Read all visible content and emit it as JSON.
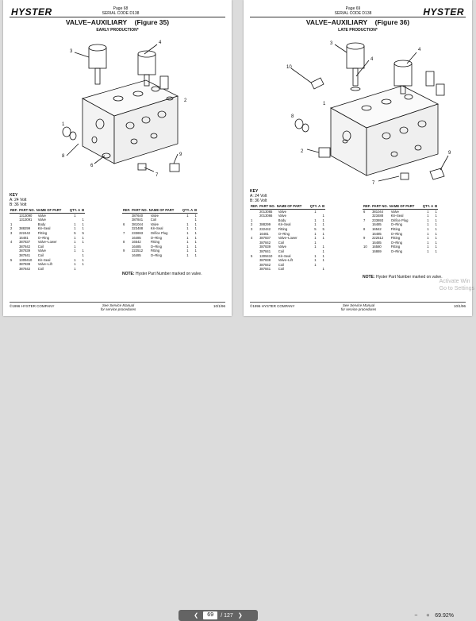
{
  "left_page": {
    "logo": "HYSTER",
    "page_no": "Page 68",
    "serial": "SERIAL CODE D138",
    "title": "VALVE–AUXILIARY",
    "figure": "(Figure 35)",
    "subtitle": "EARLY PRODUCTION*",
    "key_title": "KEY",
    "key_a": "A: 24 Volt",
    "key_b": "B: 36 Volt",
    "table_headers": [
      "REF.",
      "PART NO.",
      "NAME OF PART",
      "QTY. A",
      "B"
    ],
    "rows_left": [
      [
        "",
        "1313090",
        "Valve",
        "1",
        ""
      ],
      [
        "",
        "1313091",
        "Valve",
        "",
        "1"
      ],
      [
        "1",
        "",
        "Body",
        "1",
        "1"
      ],
      [
        "2",
        "388299",
        "Kit–Seal",
        "1",
        "1"
      ],
      [
        "3",
        "222442",
        "Fitting",
        "5",
        "5"
      ],
      [
        "",
        "16481",
        "O–Ring",
        "1",
        "1"
      ],
      [
        "4",
        "387837",
        "Valve–Lower",
        "1",
        "1"
      ],
      [
        "",
        "387842",
        "Coil",
        "1",
        ""
      ],
      [
        "",
        "387839",
        "Valve",
        "1",
        "1"
      ],
      [
        "",
        "387841",
        "Coil",
        "",
        "1"
      ],
      [
        "5",
        "1309410",
        "Kit–Seal",
        "1",
        "1"
      ],
      [
        "",
        "387838",
        "Valve–Lift",
        "1",
        "1"
      ],
      [
        "",
        "387842",
        "Coil",
        "1",
        ""
      ]
    ],
    "rows_right": [
      [
        "",
        "387640",
        "Valve",
        "1",
        "1"
      ],
      [
        "",
        "387841",
        "Coil",
        "",
        "1"
      ],
      [
        "6",
        "381044",
        "Valve",
        "1",
        "1"
      ],
      [
        "",
        "323488",
        "Kit–Seal",
        "1",
        "1"
      ],
      [
        "7",
        "233693",
        "Orifice Plug",
        "1",
        "1"
      ],
      [
        "",
        "16485",
        "O–Ring",
        "1",
        "1"
      ],
      [
        "8",
        "16542",
        "Fitting",
        "1",
        "1"
      ],
      [
        "",
        "16485",
        "O–Ring",
        "1",
        "1"
      ],
      [
        "9",
        "222512",
        "Fitting",
        "1",
        "1"
      ],
      [
        "",
        "16485",
        "O–Ring",
        "1",
        "1"
      ]
    ],
    "note_label": "NOTE:",
    "note_text": "Hyster Part Number marked on valve.",
    "footer_left": "©1996 HYSTER COMPANY",
    "footer_center_1": "See Service Manual",
    "footer_center_2": "for service procedures",
    "footer_right": "10/1/96"
  },
  "right_page": {
    "logo": "HYSTER",
    "page_no": "Page 69",
    "serial": "SERIAL CODE D138",
    "title": "VALVE–AUXILIARY",
    "figure": "(Figure 36)",
    "subtitle": "LATE PRODUCTION*",
    "key_title": "KEY",
    "key_a": "A: 24 Volt",
    "key_b": "B: 36 Volt",
    "table_headers": [
      "REF.",
      "PART NO.",
      "NAME OF PART",
      "QTY. A",
      "B"
    ],
    "rows_left": [
      [
        "",
        "2013065",
        "Valve",
        "1",
        ""
      ],
      [
        "",
        "2013066",
        "Valve",
        "",
        "1"
      ],
      [
        "1",
        "",
        "Body",
        "1",
        "1"
      ],
      [
        "2",
        "388299",
        "Kit–Seal",
        "1",
        "1"
      ],
      [
        "3",
        "222442",
        "Fitting",
        "5",
        "5"
      ],
      [
        "",
        "16481",
        "O–Ring",
        "1",
        "1"
      ],
      [
        "4",
        "387837",
        "Valve–Lower",
        "1",
        "1"
      ],
      [
        "",
        "387842",
        "Coil",
        "1",
        ""
      ],
      [
        "",
        "387839",
        "Valve",
        "1",
        "1"
      ],
      [
        "",
        "387841",
        "Coil",
        "",
        "1"
      ],
      [
        "5",
        "1309410",
        "Kit–Seal",
        "1",
        "1"
      ],
      [
        "",
        "387838",
        "Valve–Lift",
        "1",
        "1"
      ],
      [
        "",
        "387842",
        "Coil",
        "1",
        ""
      ],
      [
        "",
        "387841",
        "Coil",
        "",
        "1"
      ]
    ],
    "rows_right": [
      [
        "6",
        "381044",
        "Valve",
        "1",
        "1"
      ],
      [
        "",
        "323488",
        "Kit–Seal",
        "1",
        "1"
      ],
      [
        "7",
        "233693",
        "Orifice Plug",
        "1",
        "1"
      ],
      [
        "",
        "16485",
        "O–Ring",
        "1",
        "1"
      ],
      [
        "8",
        "16542",
        "Fitting",
        "1",
        "1"
      ],
      [
        "",
        "16485",
        "O–Ring",
        "1",
        "1"
      ],
      [
        "9",
        "222512",
        "Fitting",
        "1",
        "1"
      ],
      [
        "",
        "16485",
        "O–Ring",
        "1",
        "1"
      ],
      [
        "10",
        "16580",
        "Fitting",
        "1",
        "1"
      ],
      [
        "",
        "16869",
        "O–Ring",
        "1",
        "1"
      ]
    ],
    "note_label": "NOTE:",
    "note_text": "Hyster Part Number marked on valve.",
    "footer_left": "©1996 HYSTER COMPANY",
    "footer_center_1": "See Service Manual",
    "footer_center_2": "for service procedures",
    "footer_right": "10/1/96"
  },
  "toolbar": {
    "prev_icon": "chevron-left-icon",
    "next_icon": "chevron-right-icon",
    "page_current": "69",
    "page_total": "/ 127",
    "zoom_out_icon": "minus-icon",
    "zoom_in_icon": "plus-icon",
    "zoom": "69.92%"
  },
  "watermark": {
    "line1": "Activate Win",
    "line2": "Go to Settings"
  }
}
